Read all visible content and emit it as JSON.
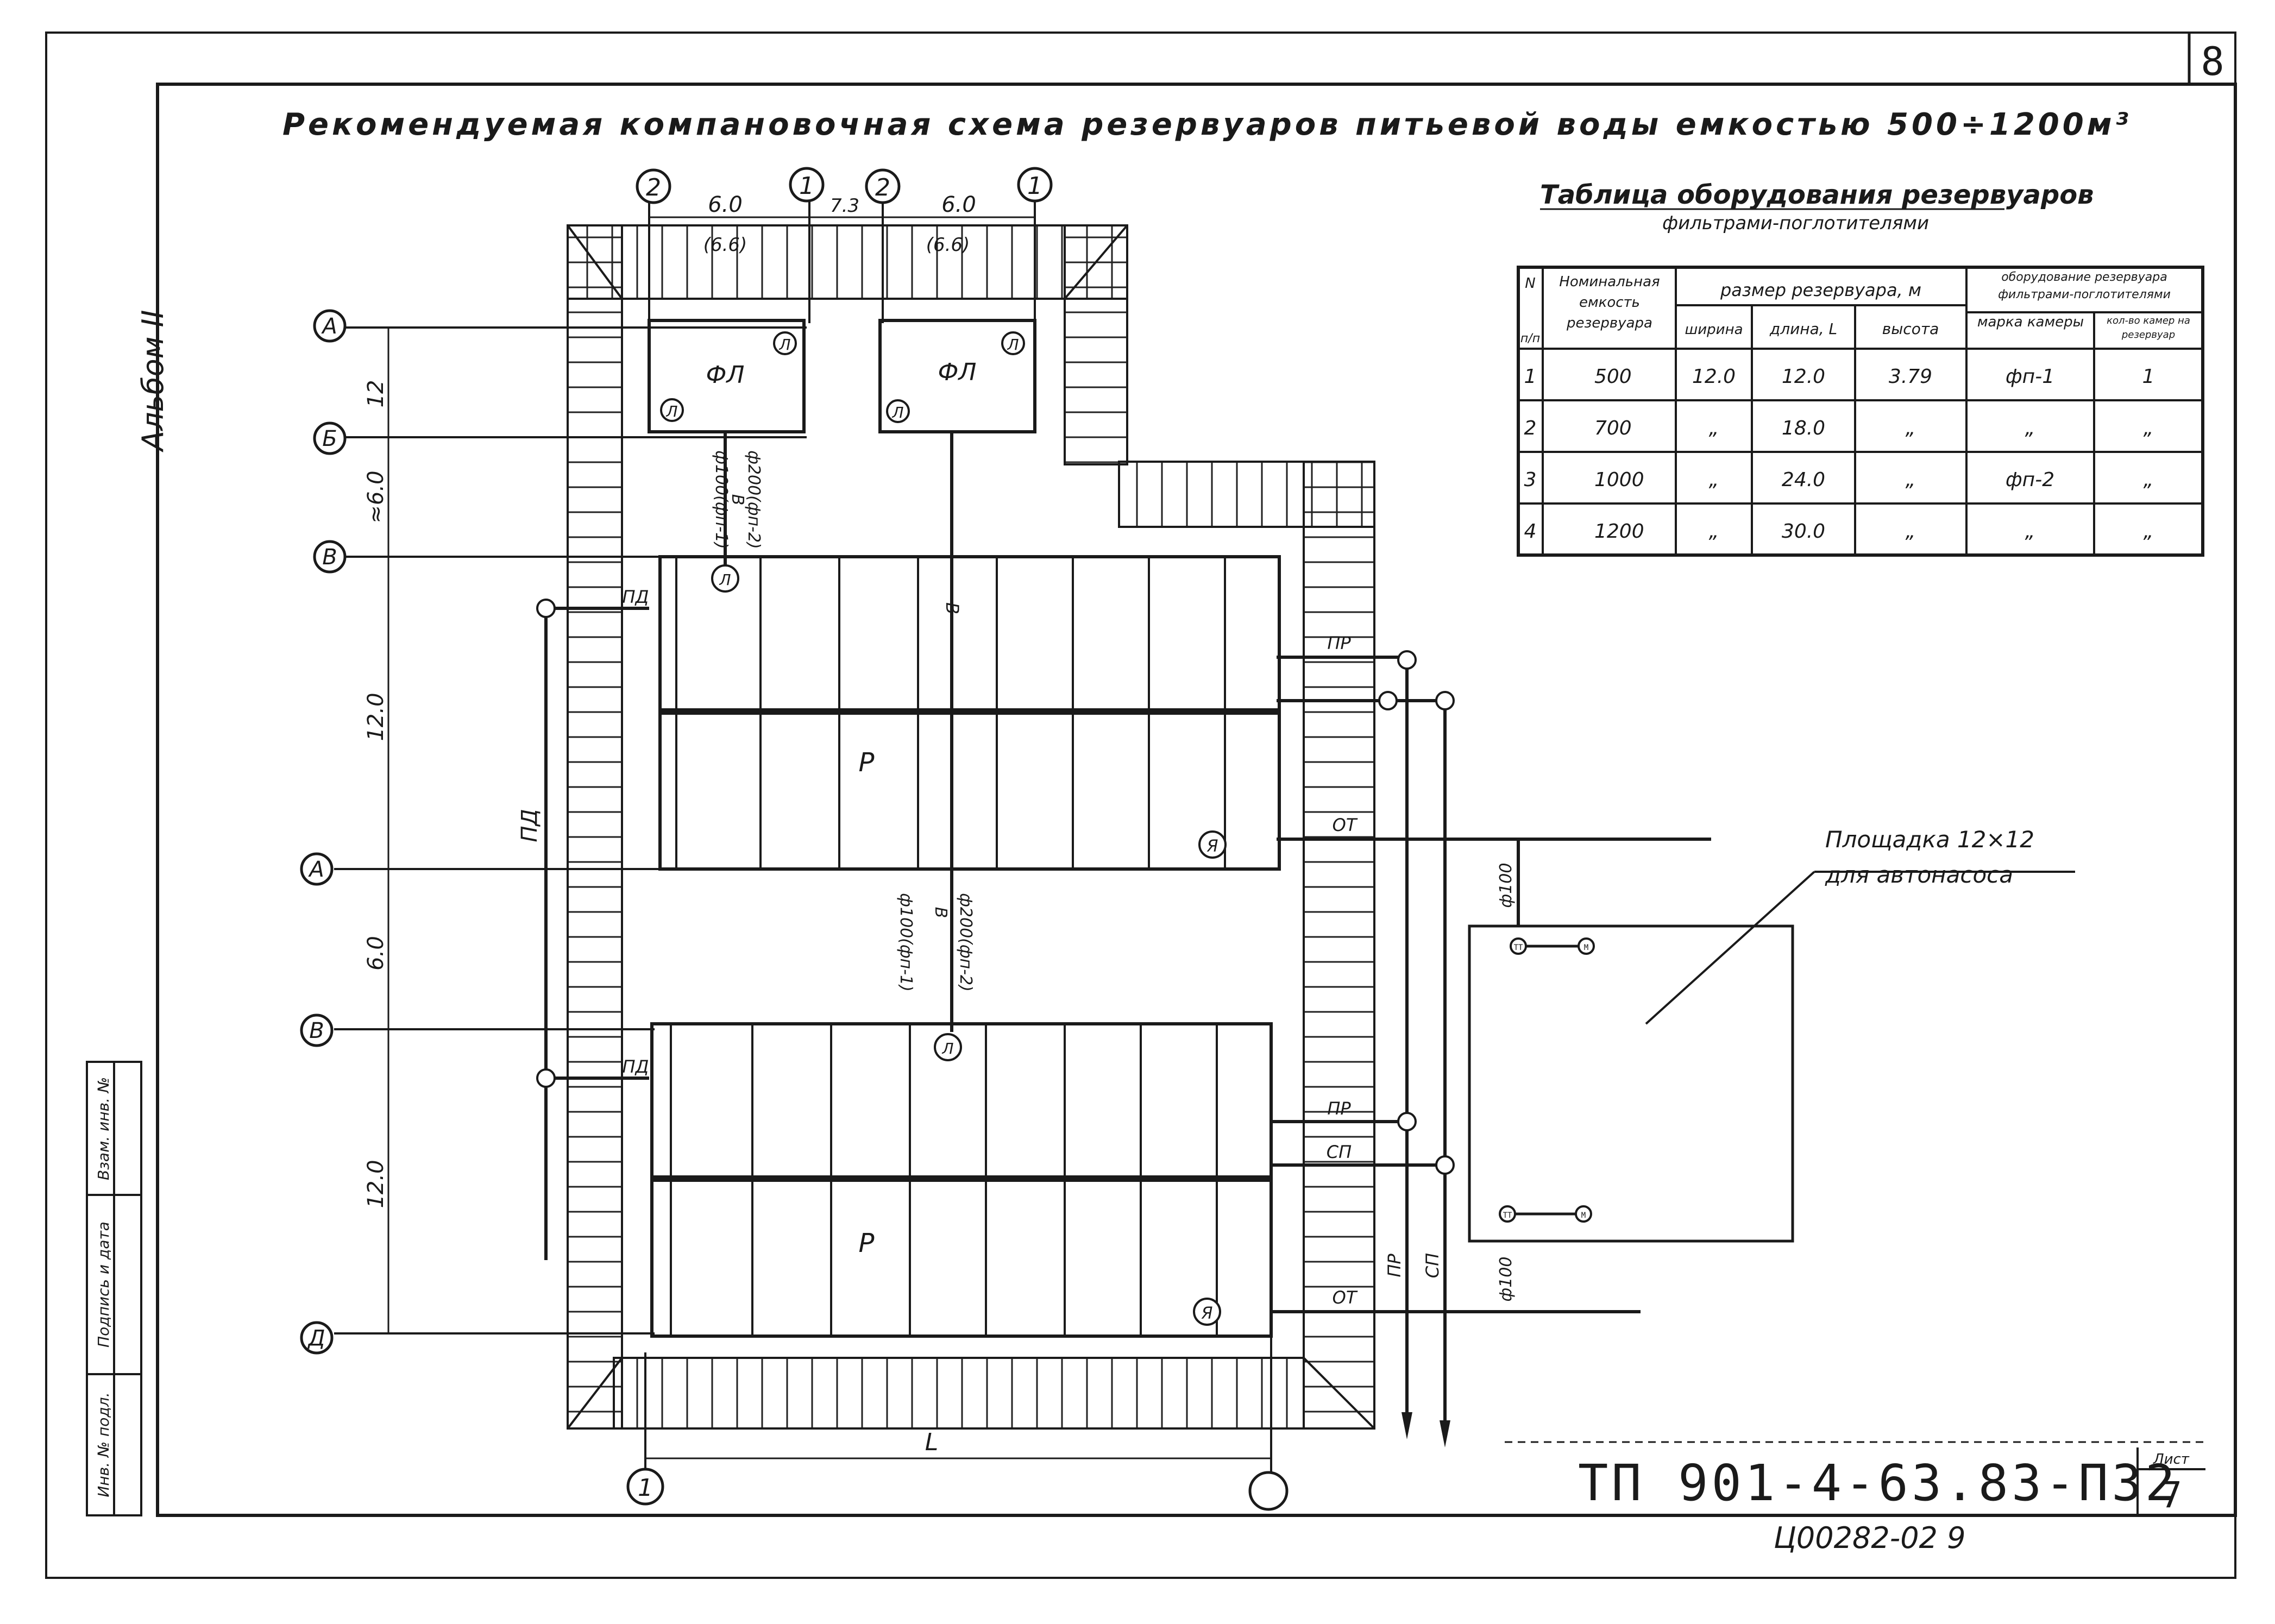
{
  "sheet": {
    "sheet_number": "8",
    "album": "Альбом II"
  },
  "title": {
    "text": "Рекомендуемая компановочная схема резервуаров питьевой воды емкостью 500÷1200м³"
  },
  "plan": {
    "axes": {
      "num_a": "2",
      "num_b": "1",
      "num_c": "2",
      "num_d": "1",
      "bottom_left": "1",
      "row_a1": "А",
      "row_b": "Б",
      "row_v1": "В",
      "row_a2": "А",
      "row_v2": "В",
      "row_d": "Д"
    },
    "dimensions": {
      "top_span_1": "6.0",
      "top_span_1_alt": "(6.6)",
      "mid_span": "7.3",
      "top_span_2": "6.0",
      "top_span_2_alt": "(6.6)",
      "dim_12_top": "12",
      "dim_6_upper": "≈6.0",
      "dim_12_upper_tank": "12.0",
      "dim_6_lower": "6.0",
      "dim_12_lower_tank": "12.0",
      "bottom_length": "L"
    },
    "filters": {
      "left_label": "ФЛ",
      "right_label": "ФЛ",
      "marker": "Л"
    },
    "pipes": {
      "upper_main_left": "ф100(фп-1)",
      "upper_main_mid": "В",
      "upper_main_right": "ф200(фп-2)",
      "upper_tank_riser": "В",
      "lower_main_left": "ф100(фп-1)",
      "lower_main_mid": "В",
      "lower_main_right": "ф200(фп-2)",
      "pd": "ПД",
      "pr": "ПР",
      "ot": "ОТ",
      "sp": "СП",
      "d100_a": "ф100",
      "d100_b": "ф100",
      "cap_a": "ТТ",
      "cap_b": "М"
    },
    "tanks": {
      "tank_label": "Р",
      "marker": "Я"
    },
    "pad": {
      "line1": "Площадка 12×12",
      "line2": "для автонасоса"
    }
  },
  "equipment_table": {
    "title_line1": "Таблица оборудования резервуаров",
    "title_line2": "фильтрами-поглотителями",
    "headers": {
      "num_top": "N",
      "num_bottom": "п/п",
      "capacity": "Номинальная емкость резервуара",
      "size_group": "размер резервуара, м",
      "width": "ширина",
      "length": "длина, L",
      "height": "высота",
      "equip_group": "оборудование резервуара фильтрами-поглотителями",
      "chamber": "марка камеры",
      "qty": "кол-во камер на резервуар"
    },
    "rows": [
      [
        "1",
        "500",
        "12.0",
        "12.0",
        "3.79",
        "фп-1",
        "1"
      ],
      [
        "2",
        "700",
        "„",
        "18.0",
        "„",
        "„",
        "„"
      ],
      [
        "3",
        "1000",
        "„",
        "24.0",
        "„",
        "фп-2",
        "„"
      ],
      [
        "4",
        "1200",
        "„",
        "30.0",
        "„",
        "„",
        "„"
      ]
    ]
  },
  "margin_stamp": {
    "inv_podl": "Инв. № подл.",
    "signature_date": "Подпись и дата",
    "vzam_inv": "Взам. инв. №"
  },
  "title_block": {
    "code": "ТП 901-4-63.83-П32",
    "sheet_label": "Лист",
    "sheet_value": "7",
    "archive": "Ц00282-02   9"
  }
}
